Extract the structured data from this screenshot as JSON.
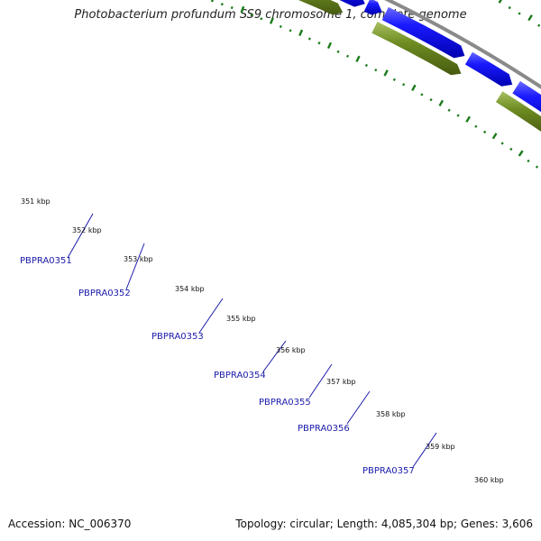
{
  "title": "Photobacterium profundum SS9 chromosome 1, complete genome",
  "accession": "Accession: NC_006370",
  "summary": "Topology: circular; Length: 4,085,304 bp; Genes: 3,606",
  "colors": {
    "backbone": "#8a8a8a",
    "forward_gene": "#1414f0",
    "reverse_gene": "#6a8a1e",
    "tick_dots": "#1a7a1a",
    "gene_label": "#1a1aaa"
  },
  "scale_labels": [
    "351 kbp",
    "352 kbp",
    "353 kbp",
    "354 kbp",
    "355 kbp",
    "356 kbp",
    "357 kbp",
    "358 kbp",
    "359 kbp",
    "360 kbp"
  ],
  "gene_labels": [
    "PBPRA0351",
    "PBPRA0352",
    "PBPRA0353",
    "PBPRA0354",
    "PBPRA0355",
    "PBPRA0356",
    "PBPRA0357"
  ]
}
